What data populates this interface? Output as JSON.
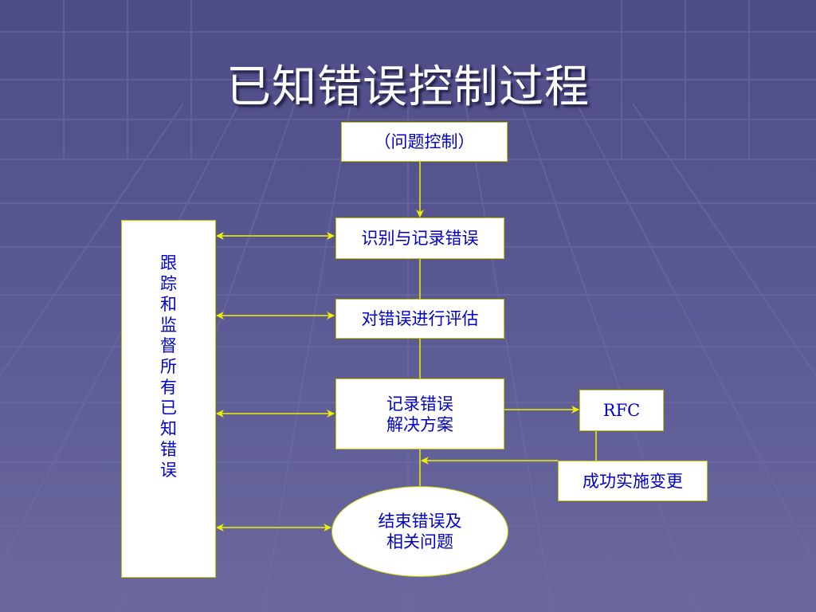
{
  "title": "已知错误控制过程",
  "nodes": {
    "problem_control": "（问题控制）",
    "identify_record": "识别与记录错误",
    "evaluate": "对错误进行评估",
    "record_solution": "记录错误\n解决方案",
    "rfc": "RFC",
    "implement_change": "成功实施变更",
    "close": "结束错误及\n相关问题",
    "tracking": "跟\n踪\n和\n监\n督\n所\n有\n已\n知\n错\n误"
  },
  "colors": {
    "box_fill": "#ffffff",
    "box_text": "#0000cc",
    "connector": "#f0f000",
    "background": "#55538e"
  }
}
